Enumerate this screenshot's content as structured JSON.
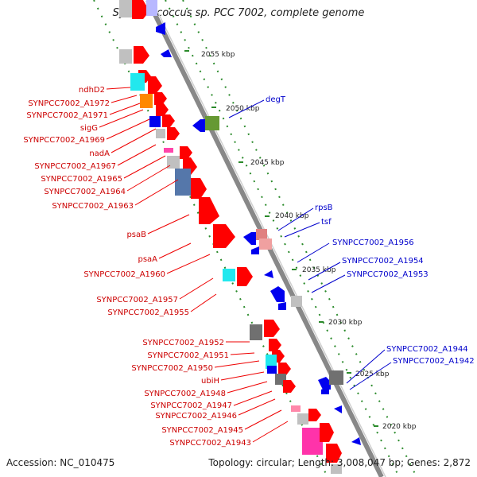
{
  "title": "Synechococcus sp. PCC 7002, complete genome",
  "footer": {
    "accession": "Accession: NC_010475",
    "topology": "Topology: circular; Length: 3,008,047 bp; Genes: 2,872"
  },
  "colors": {
    "forward": "#ff0000",
    "reverse": "#0000ee",
    "backbone": "#888888",
    "gc_dots": "#2a8a2a",
    "forward_label": "#cc0000",
    "reverse_label": "#0000cc"
  },
  "ticks": [
    "2055 kbp",
    "2050 kbp",
    "2045 kbp",
    "2040 kbp",
    "2035 kbp",
    "2030 kbp",
    "2025 kbp",
    "2020 kbp"
  ],
  "genes": {
    "forward": [
      "ndhD2",
      "SYNPCC7002_A1972",
      "SYNPCC7002_A1971",
      "sigG",
      "SYNPCC7002_A1969",
      "nadA",
      "SYNPCC7002_A1967",
      "SYNPCC7002_A1965",
      "SYNPCC7002_A1964",
      "SYNPCC7002_A1963",
      "psaB",
      "psaA",
      "SYNPCC7002_A1960",
      "SYNPCC7002_A1957",
      "SYNPCC7002_A1955",
      "SYNPCC7002_A1952",
      "SYNPCC7002_A1951",
      "SYNPCC7002_A1950",
      "ubiH",
      "SYNPCC7002_A1948",
      "SYNPCC7002_A1947",
      "SYNPCC7002_A1946",
      "SYNPCC7002_A1945",
      "SYNPCC7002_A1943"
    ],
    "reverse": [
      "degT",
      "rpsB",
      "tsf",
      "SYNPCC7002_A1956",
      "SYNPCC7002_A1954",
      "SYNPCC7002_A1953",
      "SYNPCC7002_A1944",
      "SYNPCC7002_A1942"
    ]
  }
}
